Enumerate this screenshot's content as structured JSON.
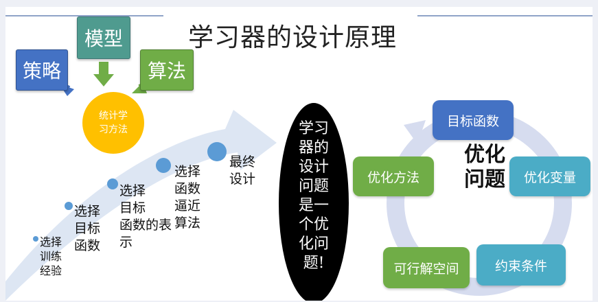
{
  "title": "学习器的设计原理",
  "top_boxes": {
    "strategy": "策略",
    "model": "模型",
    "algorithm": "算法"
  },
  "center_circle": "统计学\n习方法",
  "steps": [
    "选择\n训练\n经验",
    "选择\n目标\n函数",
    "选择\n目标\n函数的表\n示",
    "选择\n函数\n逼近\n算法",
    "最终\n设计"
  ],
  "oval_text": "学习\n器的\n设计\n问题\n是一\n个优\n化问\n题!",
  "optimization": {
    "title": "优化\n问题",
    "items": {
      "objective": "目标函数",
      "variables": "优化变量",
      "constraints": "约束条件",
      "feasible_space": "可行解空间",
      "method": "优化方法"
    }
  },
  "colors": {
    "blue": "#4472c4",
    "green": "#70ad47",
    "yellow": "#ffc000",
    "cyan": "#4bacc6",
    "dot": "#5b9bd5"
  }
}
